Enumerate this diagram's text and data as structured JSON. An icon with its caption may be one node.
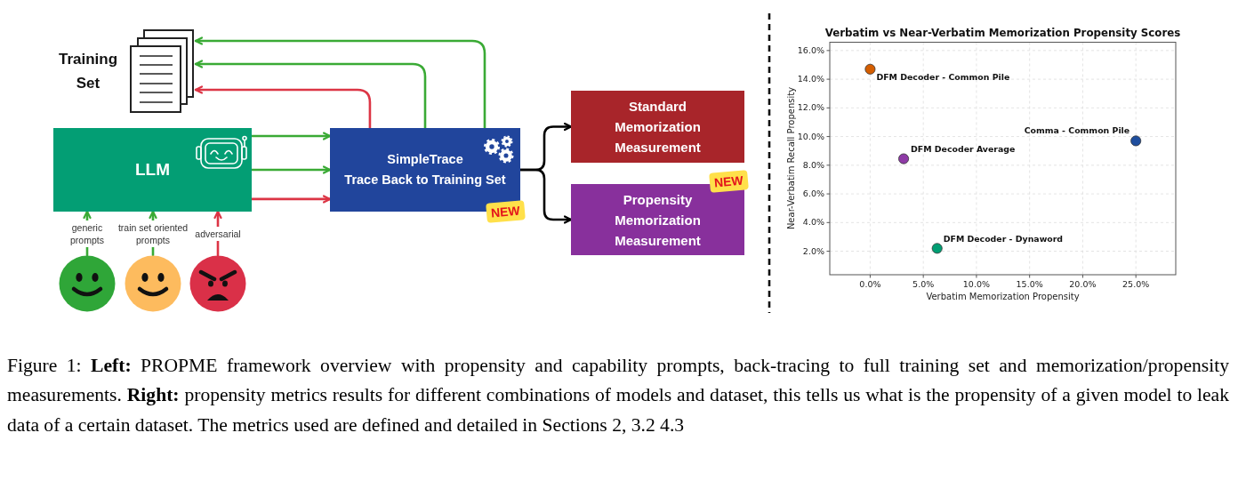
{
  "diagram": {
    "caption": "Figure 1: **Left:** PROPME framework overview with propensity and capability prompts, back-tracing to full training set and memorization/propensity measurements. **Right:** propensity metrics results for different combinations of models and dataset, this tells us what is the propensity of a given model to leak data of a certain dataset. The metrics used are defined and detailed in Sections 2, 3.2 4.3",
    "nodes": [
      {
        "text": [
          "Training Set"
        ]
      },
      {
        "text": [
          "LLM"
        ]
      },
      {
        "text": [
          "SimpleTrace",
          "Trace Back to Training Set"
        ],
        "beside": [
          "NEW"
        ]
      },
      {
        "text": [
          "Standard Memorization Measurement"
        ]
      },
      {
        "text": [
          "Propensity Memorization Measurement"
        ],
        "beside": [
          "NEW"
        ]
      },
      {
        "text": [],
        "shape": "circle"
      },
      {
        "text": [],
        "shape": "circle"
      },
      {
        "text": [],
        "shape": "circle"
      }
    ],
    "edges": [
      {
        "from": 5,
        "to": 1,
        "arrow": "to",
        "label": "generic prompts"
      },
      {
        "from": 6,
        "to": 1,
        "arrow": "to",
        "label": "train set oriented prompts"
      },
      {
        "from": 7,
        "to": 1,
        "arrow": "to",
        "label": "adversarial",
        "color": "#dc3545"
      },
      {
        "from": 1,
        "to": 2,
        "arrow": "to"
      },
      {
        "from": 1,
        "to": 2,
        "arrow": "to"
      },
      {
        "from": 1,
        "to": 2,
        "arrow": "to",
        "color": "#dc3545"
      },
      {
        "from": 2,
        "to": 0,
        "arrow": "to"
      },
      {
        "from": 2,
        "to": 0,
        "arrow": "to"
      },
      {
        "from": 2,
        "to": 0,
        "arrow": "to",
        "color": "#dc3545"
      },
      {
        "from": 2,
        "to": 3,
        "arrow": "to",
        "color": "#000000"
      },
      {
        "from": 2,
        "to": 4,
        "arrow": "to",
        "color": "#000000"
      }
    ],
    "chart_data": {
      "type": "scatter",
      "title": "Verbatim vs Near-Verbatim Memorization Propensity Scores",
      "xlabel": "Verbatim Memorization Propensity",
      "ylabel": "Near-Verbatim Recall Propensity",
      "x": [
        0.0,
        25.0,
        3.15,
        6.3
      ],
      "series": [
        {
          "name": "DFM Decoder - Common Pile",
          "color": "#d55e00",
          "values": [
            14.7,
            null,
            null,
            null
          ]
        },
        {
          "name": "Comma - Common Pile",
          "color": "#1f4e9e",
          "values": [
            null,
            9.7,
            null,
            null
          ]
        },
        {
          "name": "DFM Decoder Average",
          "color": "#8e3aa6",
          "values": [
            null,
            null,
            8.45,
            null
          ]
        },
        {
          "name": "DFM Decoder - Dynaword",
          "color": "#009e73",
          "values": [
            null,
            null,
            null,
            2.2
          ]
        }
      ],
      "xlim": [
        -3.8,
        28.75
      ],
      "ylim": [
        0.36,
        16.58
      ],
      "xticks": [
        {
          "value": 0,
          "label": "0.0%"
        },
        {
          "value": 5,
          "label": "5.0%"
        },
        {
          "value": 10,
          "label": "10.0%"
        },
        {
          "value": 15,
          "label": "15.0%"
        },
        {
          "value": 20,
          "label": "20.0%"
        },
        {
          "value": 25,
          "label": "25.0%"
        }
      ],
      "yticks": [
        {
          "value": 2,
          "label": "2.0%"
        },
        {
          "value": 4,
          "label": "4.0%"
        },
        {
          "value": 6,
          "label": "6.0%"
        },
        {
          "value": 8,
          "label": "8.0%"
        },
        {
          "value": 10,
          "label": "10.0%"
        },
        {
          "value": 12,
          "label": "12.0%"
        },
        {
          "value": 14,
          "label": "14.0%"
        },
        {
          "value": 16,
          "label": "16.0%"
        }
      ],
      "grid": true
    }
  }
}
